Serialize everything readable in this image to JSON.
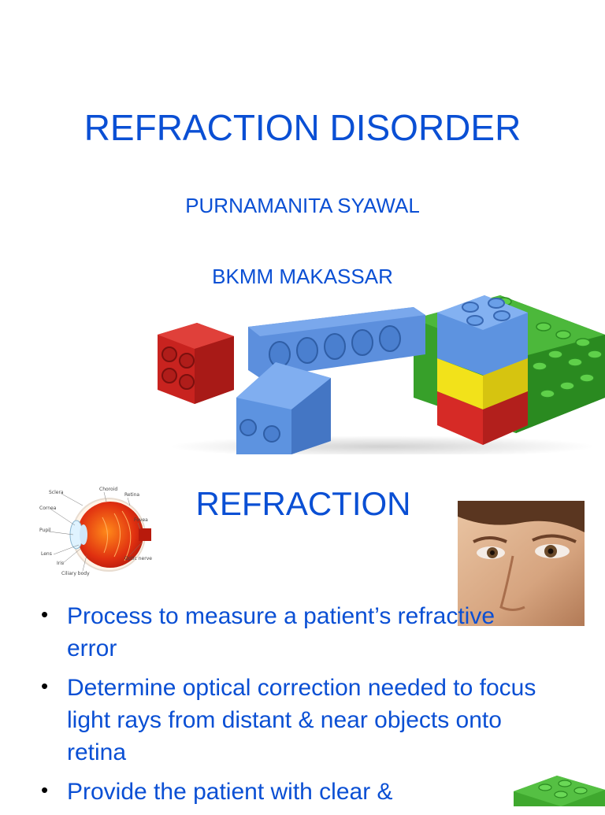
{
  "slide1": {
    "title": "REFRACTION DISORDER",
    "author": "PURNAMANITA SYAWAL",
    "institution": "BKMM MAKASSAR",
    "image": "toy-building-blocks"
  },
  "slide2": {
    "title": "REFRACTION",
    "eye_diagram": {
      "labels": [
        "Sclera",
        "Choroid",
        "Retina",
        "Cornea",
        "Fovea",
        "Pupil",
        "Lens",
        "Iris",
        "Optic nerve",
        "Ciliary body"
      ]
    },
    "photo": "woman-eyes-closeup",
    "bullets": [
      "Process to measure a patient’s refractive error",
      "Determine optical correction needed to focus light rays from distant & near objects onto retina",
      "Provide the patient with clear &"
    ]
  },
  "colors": {
    "title_text": "#0a4fd4",
    "brick_red": "#d62a26",
    "brick_blue": "#5d93e0",
    "brick_yellow": "#f2e21a",
    "brick_green": "#3fa82e"
  }
}
